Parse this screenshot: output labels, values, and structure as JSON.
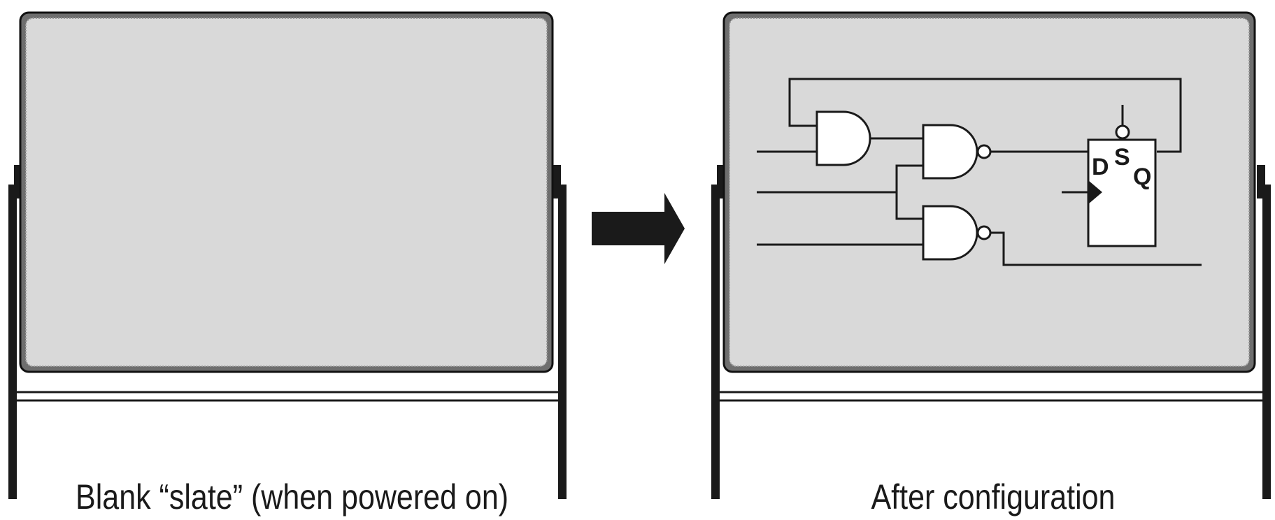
{
  "captions": {
    "left": "Blank “slate” (when powered on)",
    "right": "After configuration"
  },
  "flipflop": {
    "d": "D",
    "s": "S",
    "q": "Q"
  },
  "colors": {
    "board_fill": "#d9d9d9",
    "board_frame": "#6e6e6e",
    "stand": "#1a1a1a",
    "arrow": "#1a1a1a"
  }
}
